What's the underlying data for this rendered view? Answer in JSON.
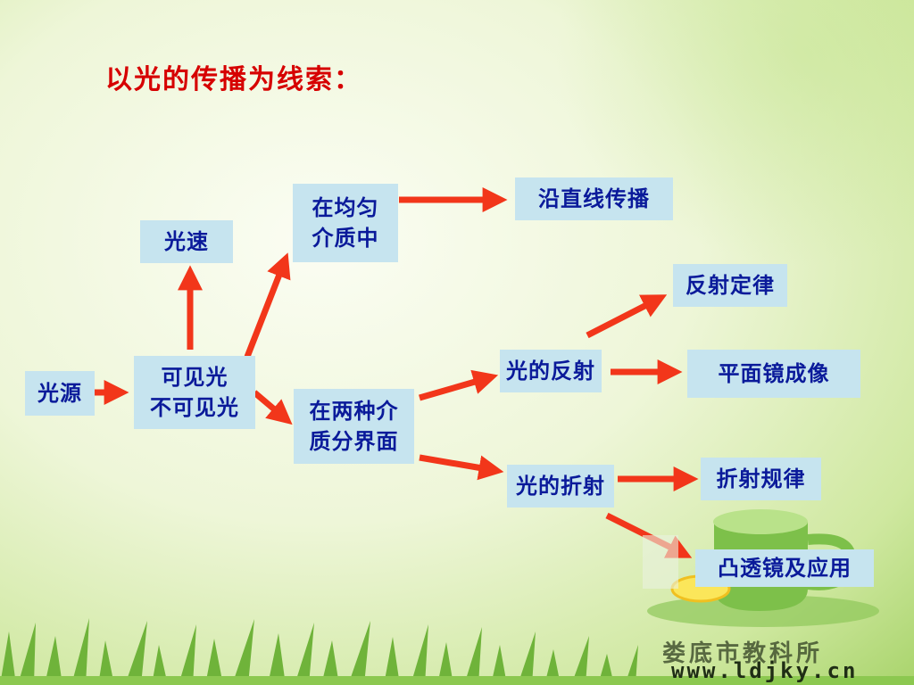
{
  "title": "以光的传播为线索：",
  "nodes": {
    "light_source": "光源",
    "visible": "可见光\n不可见光",
    "light_speed": "光速",
    "uniform_medium": "在均匀\n介质中",
    "straight_line": "沿直线传播",
    "interface": "在两种介\n质分界面",
    "reflection": "光的反射",
    "reflection_law": "反射定律",
    "plane_mirror": "平面镜成像",
    "refraction": "光的折射",
    "refraction_law": "折射规律",
    "convex_lens": "凸透镜及应用"
  },
  "colors": {
    "arrow": "#f2361a",
    "box": "#c6e4ef",
    "box_text": "#0a1a9a",
    "title": "#d60000"
  },
  "watermark": {
    "name": "娄底市教科所",
    "url": "www.ldjky.cn"
  }
}
